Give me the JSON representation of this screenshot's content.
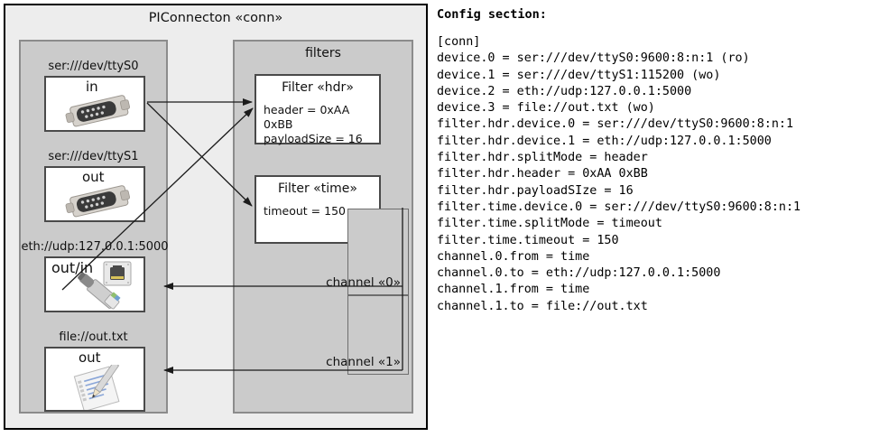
{
  "diagram": {
    "title": "PIConnecton «conn»",
    "devices_panel": {
      "title": "",
      "devices": [
        {
          "label": "ser:///dev/ttyS0",
          "direction": "in",
          "icon": "serial-connector-icon"
        },
        {
          "label": "ser:///dev/ttyS1",
          "direction": "out",
          "icon": "serial-connector-icon"
        },
        {
          "label": "eth://udp:127.0.0.1:5000",
          "direction": "out/in",
          "icon": "ethernet-connector-icon"
        },
        {
          "label": "file://out.txt",
          "direction": "out",
          "icon": "text-file-icon"
        }
      ]
    },
    "filters_panel": {
      "title": "filters",
      "filters": [
        {
          "title": "Filter «hdr»",
          "attrs": [
            "header = 0xAA 0xBB",
            "payloadSize = 16"
          ]
        },
        {
          "title": "Filter «time»",
          "attrs": [
            "timeout = 150 ms"
          ]
        }
      ],
      "channels": [
        {
          "label": "channel «0»"
        },
        {
          "label": "channel «1»"
        }
      ]
    }
  },
  "config": {
    "heading": "Config section:",
    "lines": [
      "[conn]",
      "device.0 = ser:///dev/ttyS0:9600:8:n:1 (ro)",
      "device.1 = ser:///dev/ttyS1:115200 (wo)",
      "device.2 = eth://udp:127.0.0.1:5000",
      "device.3 = file://out.txt (wo)",
      "filter.hdr.device.0 = ser:///dev/ttyS0:9600:8:n:1",
      "filter.hdr.device.1 = eth://udp:127.0.0.1:5000",
      "filter.hdr.splitMode = header",
      "filter.hdr.header = 0xAA 0xBB",
      "filter.hdr.payloadSIze = 16",
      "filter.time.device.0 = ser:///dev/ttyS0:9600:8:n:1",
      "filter.time.splitMode = timeout",
      "filter.time.timeout = 150",
      "channel.0.from = time",
      "channel.0.to = eth://udp:127.0.0.1:5000",
      "channel.1.from = time",
      "channel.1.to = file://out.txt"
    ]
  },
  "colors": {
    "outer_fill": "#ededed",
    "panel_fill": "#cbcbcb",
    "panel_border": "#8c8c8c",
    "box_fill": "#ffffff",
    "box_border": "#4a4a4a",
    "frame_border": "#000000"
  }
}
